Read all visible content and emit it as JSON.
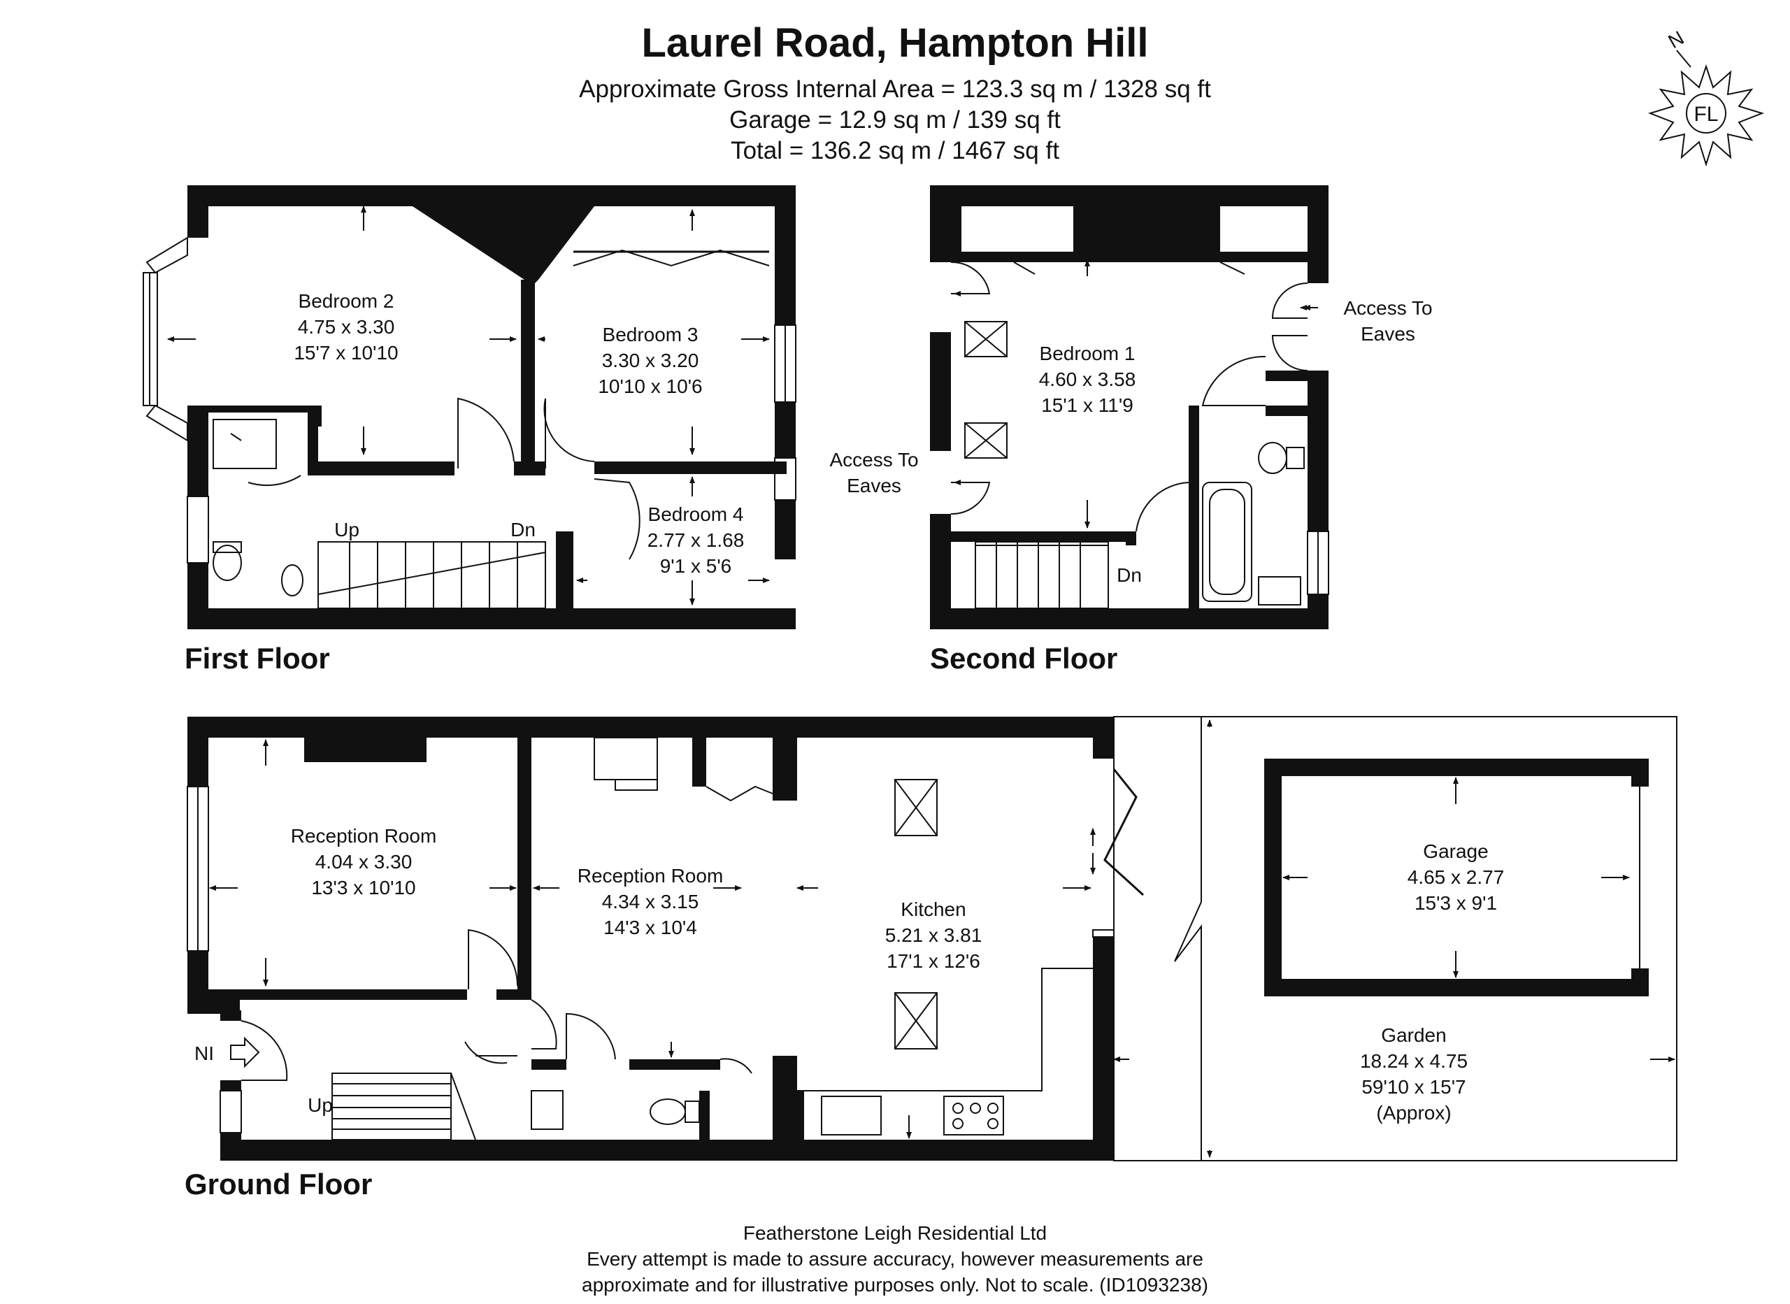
{
  "header": {
    "title": "Laurel Road, Hampton Hill",
    "area_line": "Approximate Gross Internal Area = 123.3 sq m / 1328 sq ft",
    "garage_line": "Garage = 12.9 sq m / 139 sq ft",
    "total_line": "Total = 136.2 sq m / 1467 sq ft"
  },
  "compass": {
    "north_label": "N",
    "logo": "FL"
  },
  "floors": {
    "first": "First Floor",
    "second": "Second Floor",
    "ground": "Ground Floor"
  },
  "rooms": {
    "bedroom2": {
      "name": "Bedroom 2",
      "metric": "4.75 x 3.30",
      "imperial": "15'7 x 10'10"
    },
    "bedroom3": {
      "name": "Bedroom 3",
      "metric": "3.30 x 3.20",
      "imperial": "10'10 x 10'6"
    },
    "bedroom4": {
      "name": "Bedroom 4",
      "metric": "2.77 x 1.68",
      "imperial": "9'1 x 5'6"
    },
    "bedroom1": {
      "name": "Bedroom 1",
      "metric": "4.60 x 3.58",
      "imperial": "15'1 x 11'9"
    },
    "eaves_right": {
      "line1": "Access To",
      "line2": "Eaves"
    },
    "eaves_left": {
      "line1": "Access To",
      "line2": "Eaves"
    },
    "reception1": {
      "name": "Reception Room",
      "metric": "4.04 x 3.30",
      "imperial": "13'3 x 10'10"
    },
    "reception2": {
      "name": "Reception Room",
      "metric": "4.34 x 3.15",
      "imperial": "14'3 x 10'4"
    },
    "kitchen": {
      "name": "Kitchen",
      "metric": "5.21 x 3.81",
      "imperial": "17'1 x 12'6"
    },
    "garage": {
      "name": "Garage",
      "metric": "4.65 x 2.77",
      "imperial": "15'3 x 9'1"
    },
    "garden": {
      "name": "Garden",
      "metric": "18.24 x 4.75",
      "imperial": "59'10 x 15'7",
      "note": "(Approx)"
    }
  },
  "stairs": {
    "first_up": "Up",
    "first_dn": "Dn",
    "second_dn": "Dn",
    "ground_up": "Up"
  },
  "entrance": "NI",
  "footer": {
    "company": "Featherstone Leigh Residential Ltd",
    "disclaimer1": "Every attempt is made to assure accuracy, however measurements are",
    "disclaimer2": "approximate and for illustrative purposes only. Not to scale. (ID1093238)"
  }
}
